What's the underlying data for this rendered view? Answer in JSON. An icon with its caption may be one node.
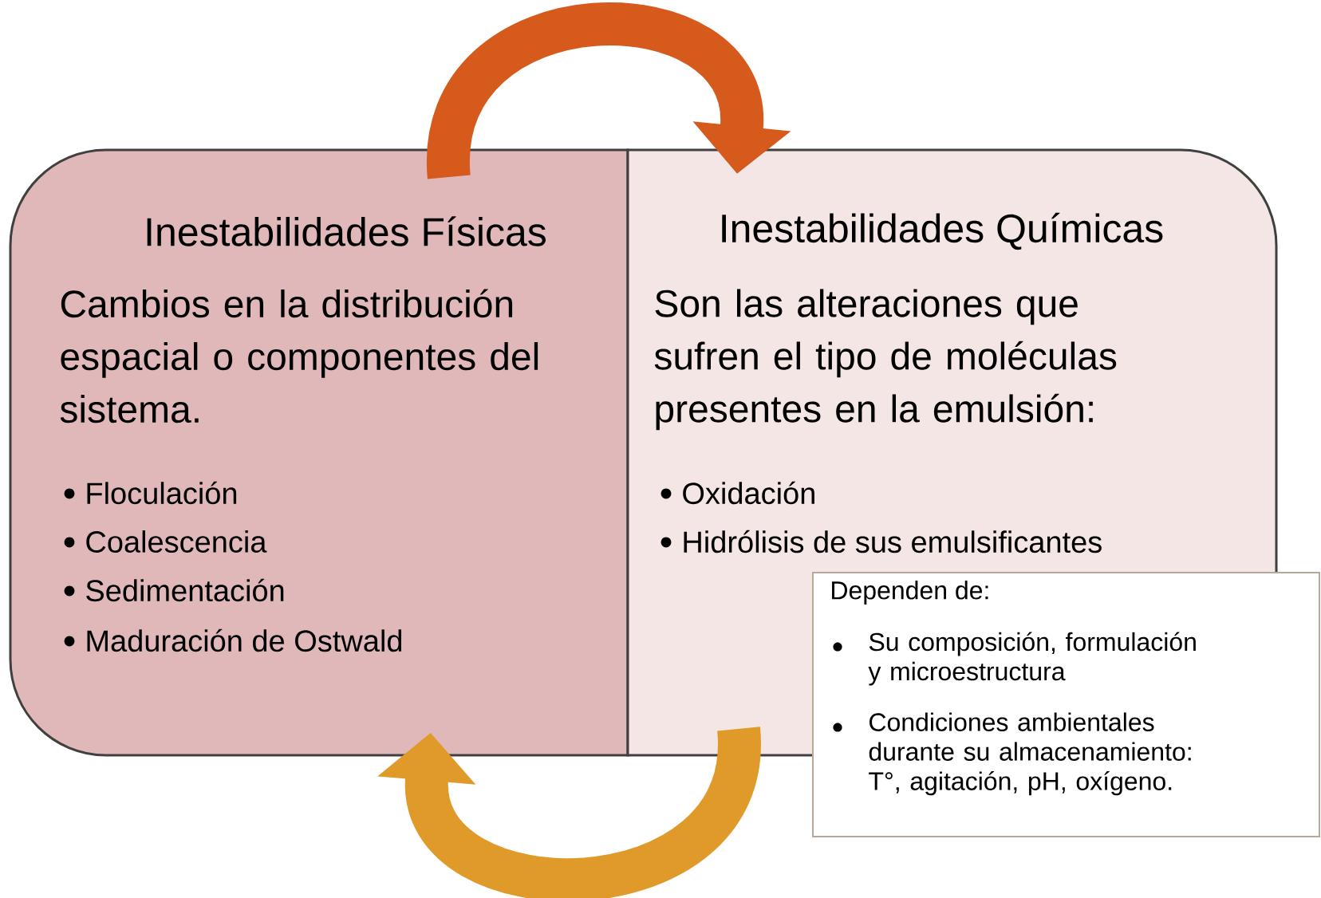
{
  "diagram": {
    "nodes": [
      {
        "text": [
          "Inestabilidades Físicas",
          "Cambios en la distribución espacial o componentes del sistema.",
          "Floculación",
          "Coalescencia",
          "Sedimentación",
          "Maduración de Ostwald"
        ]
      },
      {
        "text": [
          "Inestabilidades Químicas",
          "Son las alteraciones que sufren el tipo de moléculas presentes en la emulsión:",
          "Oxidación",
          "Hidrólisis de sus emulsificantes"
        ]
      },
      {
        "text": [
          "Dependen de:",
          "Su composición, formulación y microestructura",
          "Condiciones ambientales durante su almacenamiento: T°, agitación, pH, oxígeno."
        ]
      }
    ],
    "edges": [
      {
        "from": 0,
        "to": 1,
        "arrow": "to",
        "color": "#d55a1c"
      },
      {
        "from": 1,
        "to": 0,
        "arrow": "to",
        "color": "#e09a2a"
      }
    ]
  }
}
